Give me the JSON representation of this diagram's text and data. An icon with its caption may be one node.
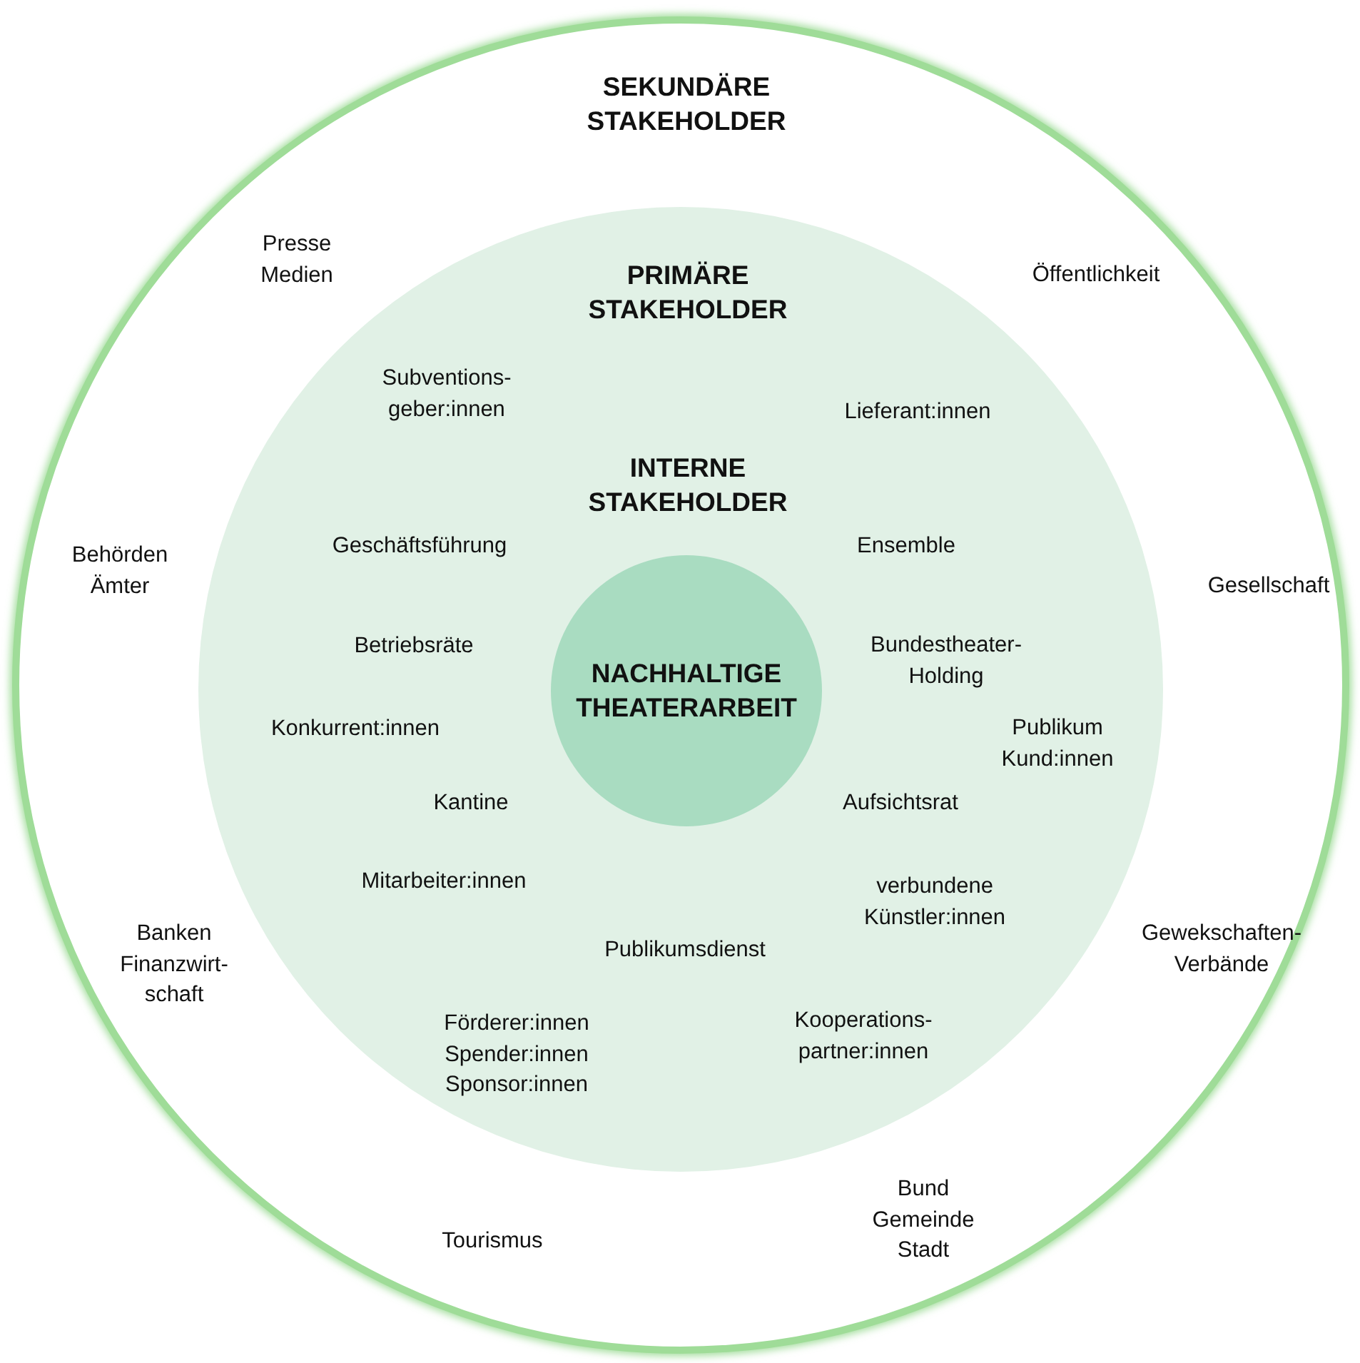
{
  "diagram": {
    "nodes": [
      {
        "text": [
          "SEKUNDÄRE STAKEHOLDER",
          "Presse Medien",
          "Öffentlichkeit",
          "Behörden Ämter",
          "Gesellschaft",
          "Banken Finanzwirt- schaft",
          "Gewekschaften- Verbände",
          "Tourismus",
          "Bund Gemeinde Stadt"
        ]
      },
      {
        "text": [
          "PRIMÄRE STAKEHOLDER",
          "Subventions- geber:innen",
          "Lieferant:innen",
          "INTERNE STAKEHOLDER",
          "Geschäftsführung",
          "Ensemble",
          "Betriebsräte",
          "Bundestheater- Holding",
          "Konkurrent:innen",
          "Publikum Kund:innen",
          "Kantine",
          "Aufsichtsrat",
          "Mitarbeiter:innen",
          "verbundene Künstler:innen",
          "Publikumsdienst",
          "Förderer:innen Spender:innen Sponsor:innen",
          "Kooperations- partner:innen"
        ],
        "in": 0
      },
      {
        "text": [
          "NACHHALTIGE THEATERARBEIT"
        ],
        "in": 1
      }
    ]
  }
}
